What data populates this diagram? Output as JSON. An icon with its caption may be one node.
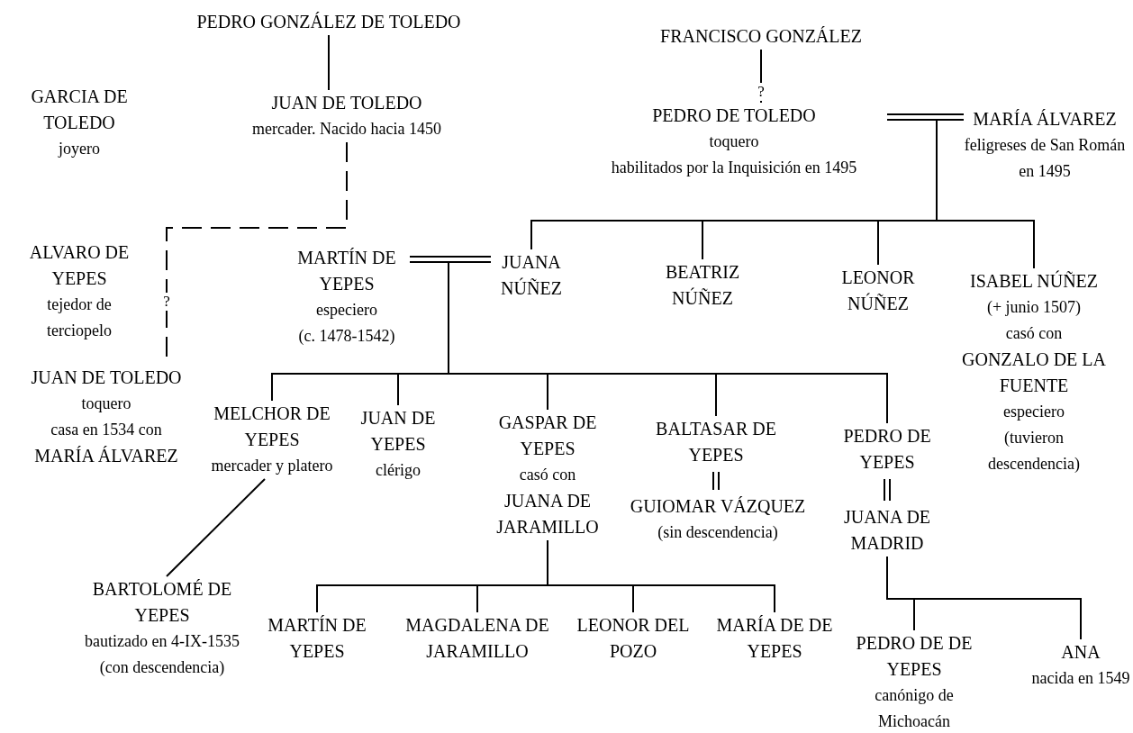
{
  "diagram": {
    "nodes": [
      {
        "text": [
          "PEDRO GONZÁLEZ DE TOLEDO"
        ]
      },
      {
        "text": [
          "JUAN DE TOLEDO",
          "mercader. Nacido hacia 1450"
        ]
      },
      {
        "text": [
          "FRANCISCO GONZÁLEZ"
        ]
      },
      {
        "text": [
          "PEDRO DE TOLEDO",
          "toquero",
          "habilitados por la Inquisición en 1495"
        ]
      },
      {
        "text": [
          "MARÍA ÁLVAREZ",
          "feligreses de San Román en 1495"
        ]
      },
      {
        "text": [
          "MARTÍN DE YEPES",
          "especiero",
          "(c. 1478-1542)"
        ]
      },
      {
        "text": [
          "JUANA NÚÑEZ"
        ]
      },
      {
        "text": [
          "BEATRIZ NÚÑEZ"
        ]
      },
      {
        "text": [
          "LEONOR NÚÑEZ"
        ]
      },
      {
        "text": [
          "ISABEL NÚÑEZ",
          "(+ junio 1507)",
          "casó con",
          "GONZALO DE LA FUENTE",
          "especiero",
          "(tuvieron descendencia)"
        ]
      },
      {
        "text": [
          "JUAN DE TOLEDO",
          "toquero",
          "casa en 1534 con",
          "MARÍA ÁLVAREZ"
        ]
      },
      {
        "text": [
          "MELCHOR DE YEPES",
          "mercader y platero"
        ]
      },
      {
        "text": [
          "JUAN DE YEPES",
          "clérigo"
        ]
      },
      {
        "text": [
          "GASPAR DE YEPES",
          "casó con",
          "JUANA DE JARAMILLO"
        ]
      },
      {
        "text": [
          "BALTASAR DE YEPES"
        ]
      },
      {
        "text": [
          "GUIOMAR VÁZQUEZ",
          "(sin descendencia)"
        ]
      },
      {
        "text": [
          "PEDRO DE YEPES"
        ]
      },
      {
        "text": [
          "JUANA DE MADRID"
        ]
      },
      {
        "text": [
          "BARTOLOMÉ DE YEPES",
          "bautizado en 4-IX-1535",
          "(con descendencia)"
        ]
      },
      {
        "text": [
          "MARTÍN DE YEPES"
        ]
      },
      {
        "text": [
          "MAGDALENA DE JARAMILLO"
        ]
      },
      {
        "text": [
          "LEONOR DEL POZO"
        ]
      },
      {
        "text": [
          "MARÍA DE DE YEPES"
        ]
      },
      {
        "text": [
          "PEDRO DE DE YEPES",
          "canónigo de Michoacán"
        ]
      },
      {
        "text": [
          "ANA",
          "nacida en 1549"
        ]
      }
    ],
    "edges": [
      {
        "from": 0,
        "to": 1,
        "arrow": "none"
      },
      {
        "from": 1,
        "to": 10,
        "arrow": "none",
        "style": "dashed",
        "label": "?"
      },
      {
        "from": 2,
        "to": 3,
        "arrow": "none",
        "label": "?"
      },
      {
        "from": 3,
        "to": 4,
        "arrow": "none"
      },
      {
        "from": 3,
        "to": 6,
        "arrow": "none"
      },
      {
        "from": 3,
        "to": 7,
        "arrow": "none"
      },
      {
        "from": 3,
        "to": 8,
        "arrow": "none"
      },
      {
        "from": 3,
        "to": 9,
        "arrow": "none"
      },
      {
        "from": 5,
        "to": 6,
        "arrow": "none"
      },
      {
        "from": 5,
        "to": 11,
        "arrow": "none"
      },
      {
        "from": 5,
        "to": 12,
        "arrow": "none"
      },
      {
        "from": 5,
        "to": 13,
        "arrow": "none"
      },
      {
        "from": 5,
        "to": 14,
        "arrow": "none"
      },
      {
        "from": 5,
        "to": 16,
        "arrow": "none"
      },
      {
        "from": 14,
        "to": 15,
        "arrow": "none"
      },
      {
        "from": 16,
        "to": 17,
        "arrow": "none"
      },
      {
        "from": 11,
        "to": 18,
        "arrow": "none"
      },
      {
        "from": 13,
        "to": 19,
        "arrow": "none"
      },
      {
        "from": 13,
        "to": 20,
        "arrow": "none"
      },
      {
        "from": 13,
        "to": 21,
        "arrow": "none"
      },
      {
        "from": 13,
        "to": 22,
        "arrow": "none"
      },
      {
        "from": 17,
        "to": 23,
        "arrow": "none"
      },
      {
        "from": 17,
        "to": 24,
        "arrow": "none"
      }
    ],
    "labels": [
      "GARCIA DE TOLEDO",
      "joyero",
      "ALVARO DE YEPES",
      "tejedor de terciopelo"
    ]
  }
}
